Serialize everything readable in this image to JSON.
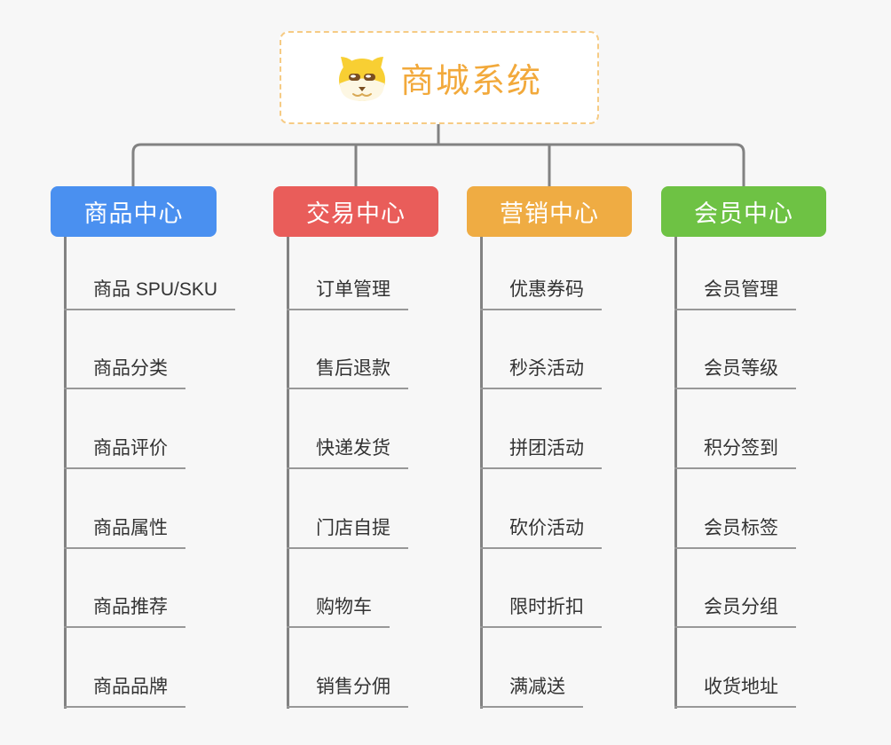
{
  "root": {
    "title": "商城系统",
    "icon": "shiba-dog-icon"
  },
  "branches": [
    {
      "label": "商品中心",
      "color": "#4a90f0",
      "children": [
        "商品 SPU/SKU",
        "商品分类",
        "商品评价",
        "商品属性",
        "商品推荐",
        "商品品牌"
      ]
    },
    {
      "label": "交易中心",
      "color": "#e95d5a",
      "children": [
        "订单管理",
        "售后退款",
        "快递发货",
        "门店自提",
        "购物车",
        "销售分佣"
      ]
    },
    {
      "label": "营销中心",
      "color": "#efac43",
      "children": [
        "优惠券码",
        "秒杀活动",
        "拼团活动",
        "砍价活动",
        "限时折扣",
        "满减送"
      ]
    },
    {
      "label": "会员中心",
      "color": "#6ec244",
      "children": [
        "会员管理",
        "会员等级",
        "积分签到",
        "会员标签",
        "会员分组",
        "收货地址"
      ]
    }
  ],
  "colors": {
    "background": "#f7f7f7",
    "connector": "#828282",
    "leaf_underline": "#989898",
    "leaf_text": "#333333",
    "root_border": "#f6cb84",
    "root_title": "#f2a93b"
  }
}
